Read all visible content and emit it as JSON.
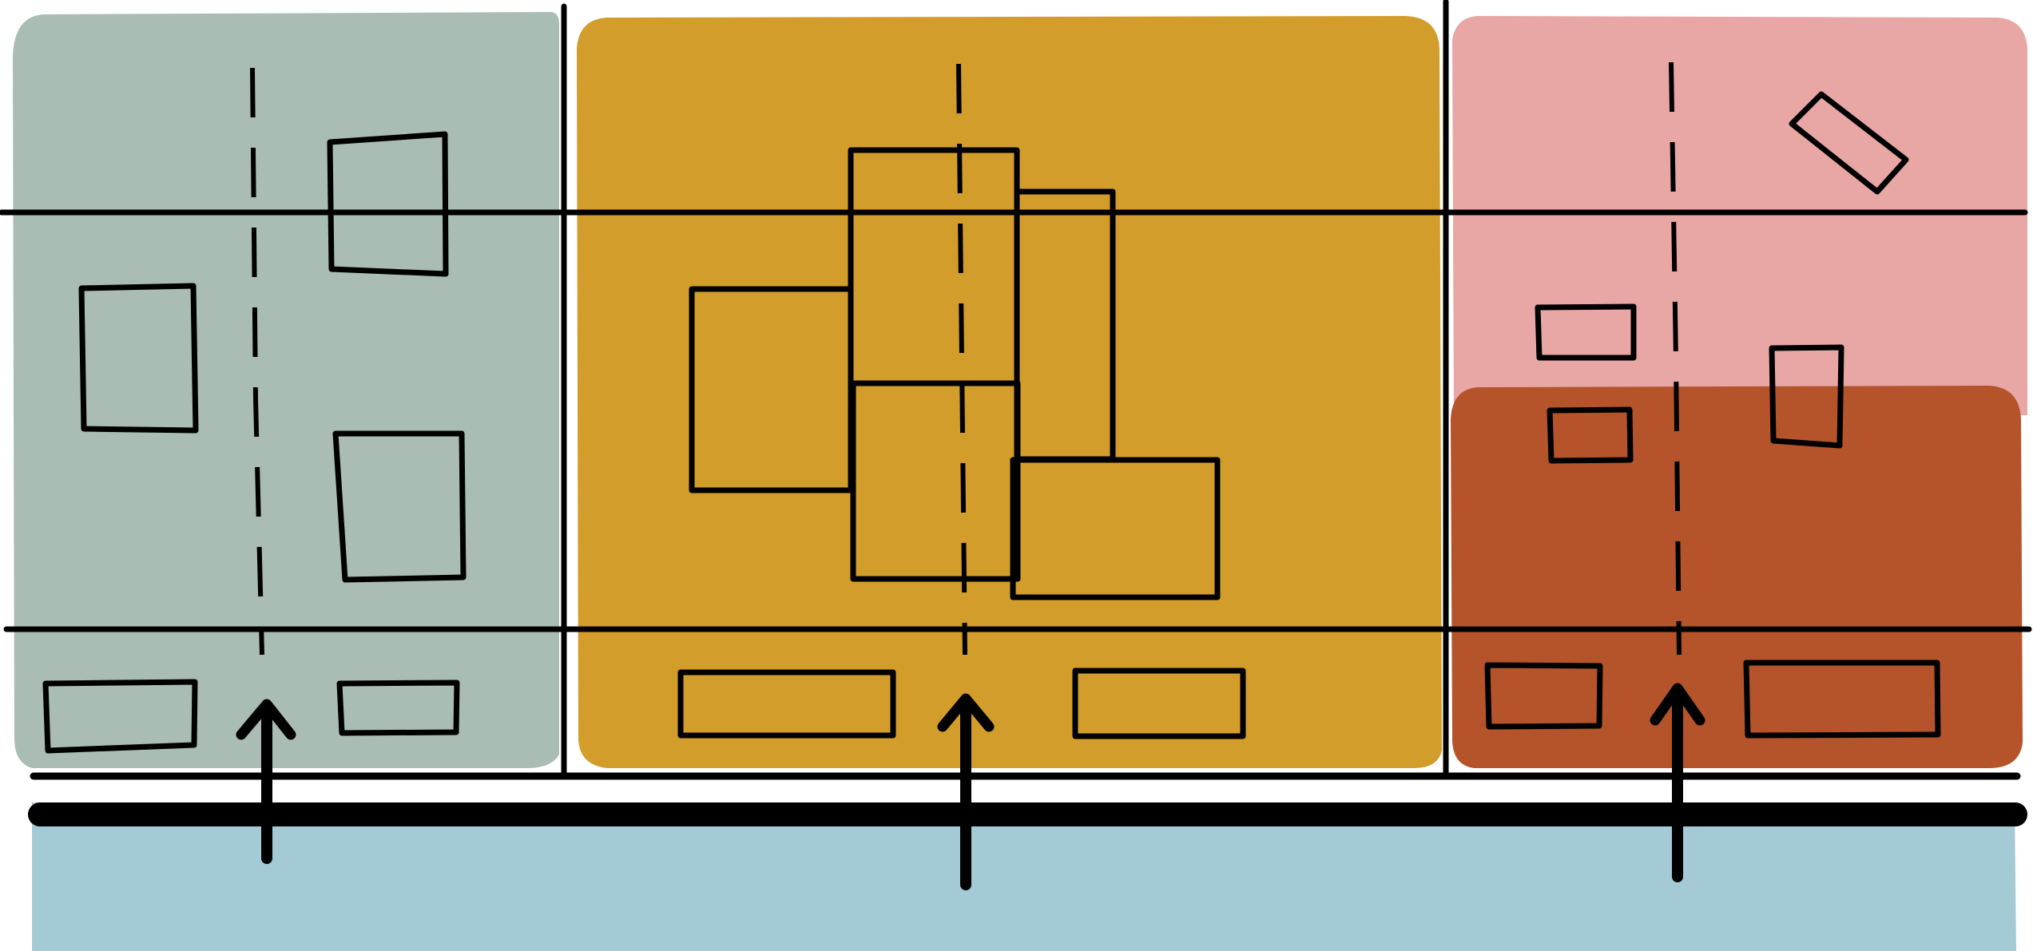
{
  "colors": {
    "zone_left": "#a9bdb4",
    "zone_center": "#d39d2b",
    "zone_right_upper": "#e8a7a4",
    "zone_right_lower": "#b5542a",
    "waterfront": "#a4cad6",
    "ink": "#000000",
    "background": "#ffffff"
  },
  "diagram": {
    "zones": [
      "left",
      "center",
      "right"
    ],
    "axes": 3,
    "arrows": 3
  }
}
